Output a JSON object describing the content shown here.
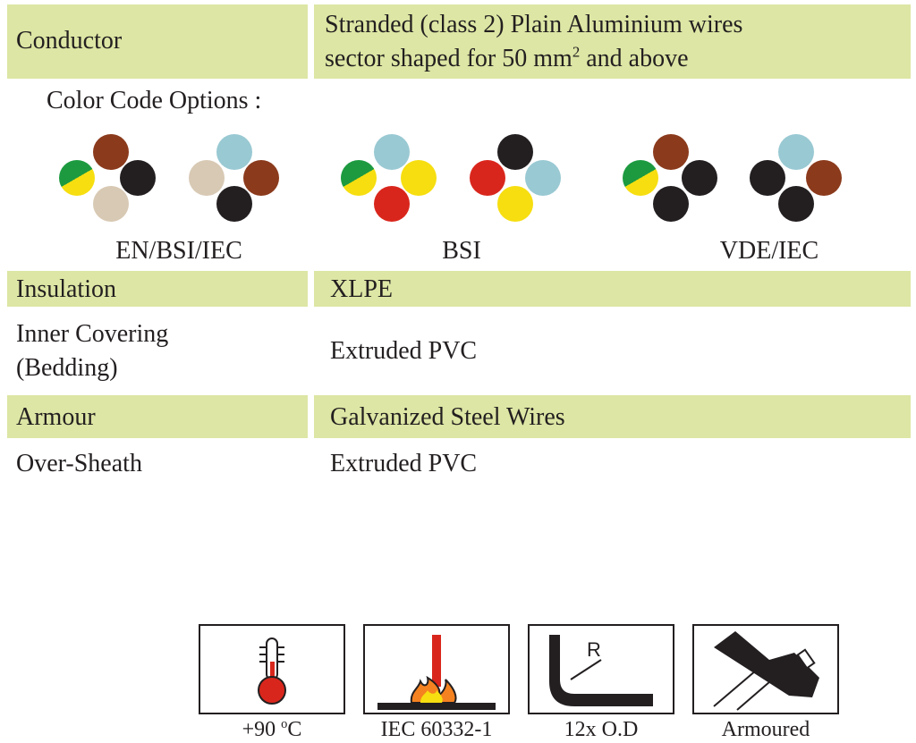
{
  "conductor": {
    "label": "Conductor",
    "value_line1": "Stranded (class 2) Plain Aluminium wires",
    "value_line2_prefix": "sector shaped for 50 mm",
    "value_line2_sup": "2",
    "value_line2_suffix": " and above"
  },
  "color_codes": {
    "title": "Color Code Options :",
    "groups": [
      {
        "label": "EN/BSI/IEC"
      },
      {
        "label": "BSI"
      },
      {
        "label": "VDE/IEC"
      }
    ],
    "colors": {
      "brown": "#8b3a1c",
      "black": "#231f20",
      "blue": "#99c9d3",
      "grey": "#d8c9b4",
      "red": "#d9261c",
      "yellow": "#f6de10",
      "green": "#1d9a40"
    }
  },
  "rows": [
    {
      "label": "Insulation",
      "value": "XLPE"
    },
    {
      "label_line1": "Inner Covering",
      "label_line2": "(Bedding)",
      "value": "Extruded PVC"
    },
    {
      "label": "Armour",
      "value": "Galvanized Steel Wires"
    },
    {
      "label": "Over-Sheath",
      "value": "Extruded PVC"
    }
  ],
  "icons": [
    {
      "icon": "thermometer-icon",
      "caption_prefix": "+90 ",
      "caption_sup": "o",
      "caption_suffix": "C"
    },
    {
      "icon": "flame-test-icon",
      "caption": "IEC 60332-1"
    },
    {
      "icon": "bending-radius-icon",
      "caption": "12x O.D",
      "r_label": "R"
    },
    {
      "icon": "armoured-cable-icon",
      "caption": "Armoured"
    }
  ]
}
